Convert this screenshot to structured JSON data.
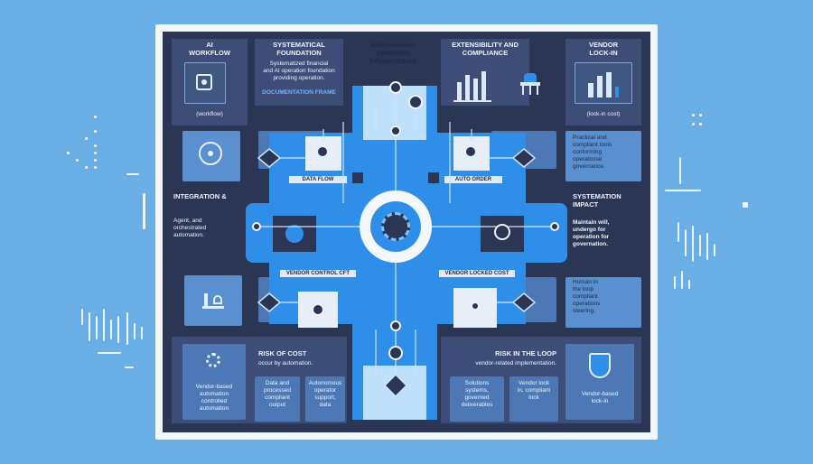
{
  "header": {
    "col1": "AI\nWORKFLOW",
    "col2": "SYSTEMATICAL\nFOUNDATION",
    "center": "Autonomous\noperation\nInfrastructure",
    "col4": "EXTENSIBILITY AND\nCOMPLIANCE",
    "col5": "VENDOR\nLOCK-IN"
  },
  "panels": {
    "col2_desc": "Systematized financial\nand AI operation foundation\nproviding operation.",
    "col2_link": "DOCUMENTATION FRAME",
    "col1_caption": "(workflow)",
    "col5_caption": "(lock-in cost)",
    "right_feature_1": "Practical and\ncompliant tools\nconforming\noperational\ngovernance.",
    "right_feature_2_title": "SYSTEMATION\nIMPACT",
    "right_feature_2": "Maintain will,\nundergo for\noperation for\ngovernation.",
    "right_feature_3": "Human in\nthe loop\ncompliant\noperations\nsteering.",
    "left_feature_title": "INTEGRATION &",
    "left_feature": "Agent, and\norchestrated\nautomation.",
    "bottom_left_title": "RISK OF COST",
    "bottom_left_sub": "occur by automation.",
    "bottom_right_title": "RISK IN THE LOOP",
    "bottom_right_sub": "vendor-related implementation.",
    "bl_card1": "Vendor-based\nautomation\ncontrolled\nautomation",
    "bl_card2": "Data and\nprocessed\ncompliant\noutput",
    "bl_card3": "Autonomous\noperator\nsupport,\ndata",
    "br_card1": "Solutions\nsystems,\ngoverned\ndeliverables",
    "br_card2": "Vendor lock\nin, compliant\nlock",
    "br_card3": "Vendor-based\nlock-in"
  },
  "center_labels": {
    "top_left": "DATA FLOW",
    "top_right": "AUTO ORDER",
    "bottom_left": "VENDOR CONTROL CFT",
    "bottom_right": "VENDOR LOCKED COST"
  },
  "colors": {
    "background": "#6aaee6",
    "board": "#2b3554",
    "panel": "#3d4d78",
    "cell": "#5a8fd0",
    "accent": "#2f8fe8",
    "accent_light": "#bfe0fb"
  }
}
